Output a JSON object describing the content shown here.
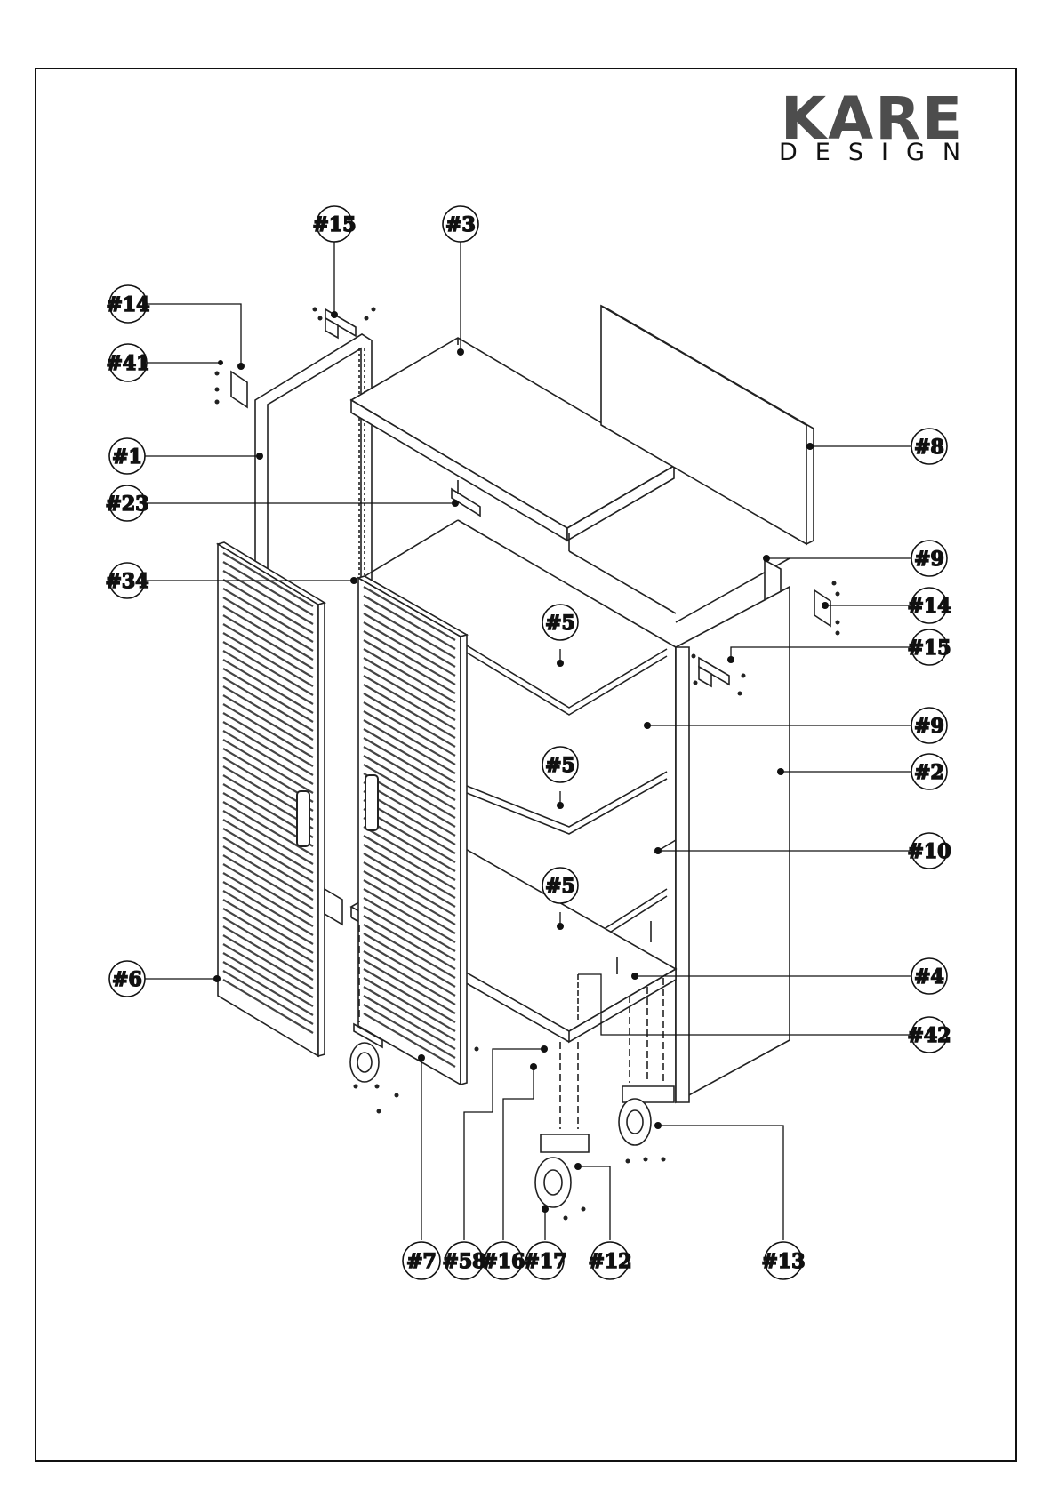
{
  "brand": {
    "name": "KARE",
    "tagline": "DESIGN"
  },
  "callouts": [
    {
      "id": "p15a",
      "label": "#15"
    },
    {
      "id": "p3",
      "label": "#3"
    },
    {
      "id": "p14a",
      "label": "#14"
    },
    {
      "id": "p41",
      "label": "#41"
    },
    {
      "id": "p1",
      "label": "#1"
    },
    {
      "id": "p23",
      "label": "#23"
    },
    {
      "id": "p34",
      "label": "#34"
    },
    {
      "id": "p6",
      "label": "#6"
    },
    {
      "id": "p8",
      "label": "#8"
    },
    {
      "id": "p9a",
      "label": "#9"
    },
    {
      "id": "p14b",
      "label": "#14"
    },
    {
      "id": "p15b",
      "label": "#15"
    },
    {
      "id": "p9b",
      "label": "#9"
    },
    {
      "id": "p2",
      "label": "#2"
    },
    {
      "id": "p10",
      "label": "#10"
    },
    {
      "id": "p4",
      "label": "#4"
    },
    {
      "id": "p42",
      "label": "#42"
    },
    {
      "id": "p5a",
      "label": "#5"
    },
    {
      "id": "p5b",
      "label": "#5"
    },
    {
      "id": "p5c",
      "label": "#5"
    },
    {
      "id": "p7",
      "label": "#7"
    },
    {
      "id": "p58",
      "label": "#58"
    },
    {
      "id": "p16",
      "label": "#16"
    },
    {
      "id": "p17",
      "label": "#17"
    },
    {
      "id": "p12",
      "label": "#12"
    },
    {
      "id": "p13",
      "label": "#13"
    }
  ]
}
